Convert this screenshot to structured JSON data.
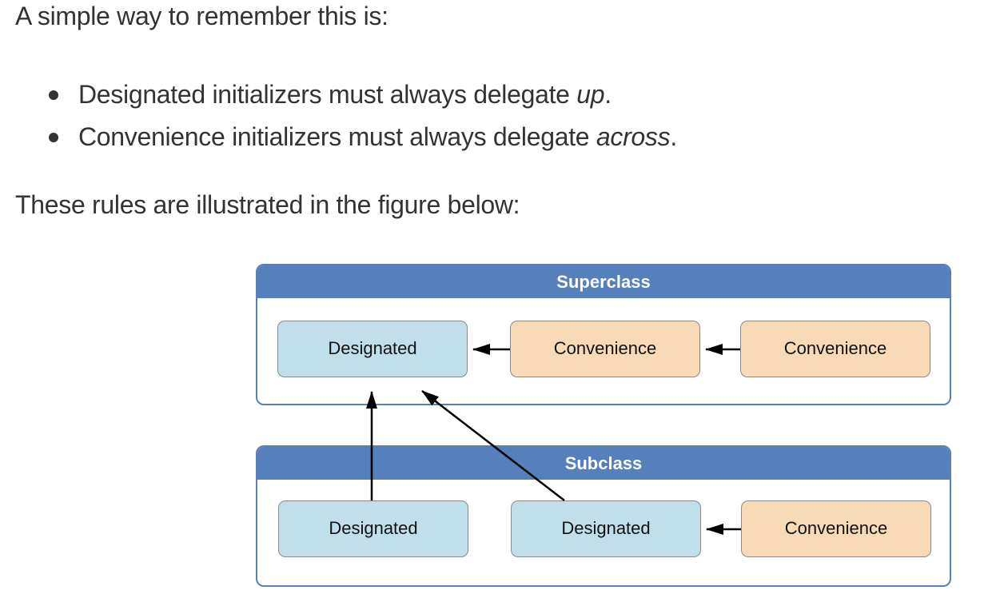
{
  "text": {
    "intro": "A simple way to remember this is:",
    "bullets": [
      {
        "prefix": "Designated initializers must always delegate ",
        "emphasis": "up",
        "suffix": "."
      },
      {
        "prefix": "Convenience initializers must always delegate ",
        "emphasis": "across",
        "suffix": "."
      }
    ],
    "outro": "These rules are illustrated in the figure below:"
  },
  "figure": {
    "colors": {
      "class_header": "#5680bb",
      "designated_fill": "#c1dfea",
      "convenience_fill": "#f8dbb6",
      "box_border": "#8a8a8a",
      "arrow": "#000000"
    },
    "superclass": {
      "title": "Superclass",
      "initializers": [
        {
          "kind": "designated",
          "label": "Designated"
        },
        {
          "kind": "convenience",
          "label": "Convenience"
        },
        {
          "kind": "convenience",
          "label": "Convenience"
        }
      ]
    },
    "subclass": {
      "title": "Subclass",
      "initializers": [
        {
          "kind": "designated",
          "label": "Designated"
        },
        {
          "kind": "designated",
          "label": "Designated"
        },
        {
          "kind": "convenience",
          "label": "Convenience"
        }
      ]
    },
    "delegations": [
      {
        "from": "superclass.2",
        "to": "superclass.1",
        "type": "across"
      },
      {
        "from": "superclass.1",
        "to": "superclass.0",
        "type": "across"
      },
      {
        "from": "subclass.2",
        "to": "subclass.1",
        "type": "across"
      },
      {
        "from": "subclass.0",
        "to": "superclass.0",
        "type": "up"
      },
      {
        "from": "subclass.1",
        "to": "superclass.0",
        "type": "up"
      }
    ]
  }
}
